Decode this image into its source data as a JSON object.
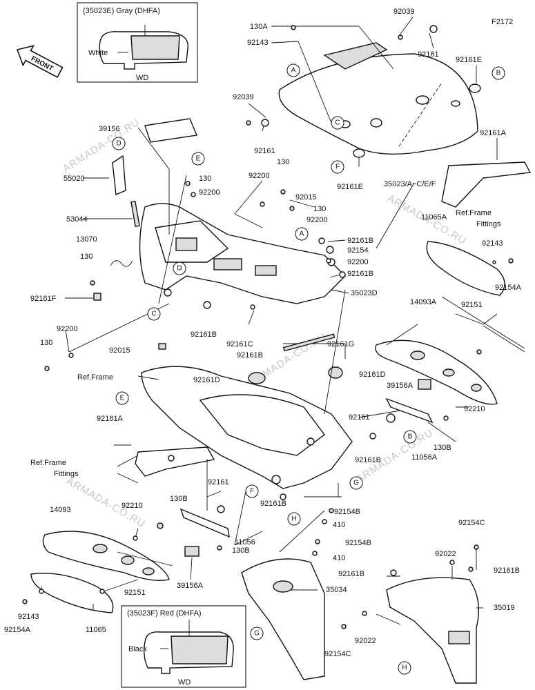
{
  "diagram_code": "F2172",
  "front_label": "FRONT",
  "watermark": "ARMADA-CO.RU",
  "inset_top": {
    "title": "(35023E)  Gray  (DHFA)",
    "white": "White",
    "wd": "WD"
  },
  "inset_bottom": {
    "title": "(35023F)  Red  (DHFA)",
    "black": "Black",
    "wd": "WD"
  },
  "ref_frame": "Ref.Frame",
  "ref_frame_fittings": [
    "Ref.Frame",
    "Fittings"
  ],
  "callouts": [
    "A",
    "B",
    "C",
    "D",
    "E",
    "F",
    "G",
    "H"
  ],
  "parts": {
    "p130A": "130A",
    "p92143_top": "92143",
    "p92039_top": "92039",
    "p92161_top": "92161",
    "p92161E_top": "92161E",
    "p92039_left": "92039",
    "p92161_mid": "92161",
    "p92161E_mid": "92161E",
    "p35023": "35023/A~C/E/F",
    "p92161A_right": "92161A",
    "p39156": "39156",
    "p55020": "55020",
    "p130_a": "130",
    "p92200_a": "92200",
    "p92200_b": "92200",
    "p130_b": "130",
    "p92015_a": "92015",
    "p130_c": "130",
    "p92200_c": "92200",
    "p53044": "53044",
    "p13070": "13070",
    "p130_d": "130",
    "p92161F": "92161F",
    "p92161B_a": "92161B",
    "p92154": "92154",
    "p92200_d": "92200",
    "p92161B_b": "92161B",
    "p35023D": "35023D",
    "p11065A": "11065A",
    "p92143_r": "92143",
    "p92154A_r": "92154A",
    "p92161B_c": "92161B",
    "p92161C": "92161C",
    "p92161B_d": "92161B",
    "p92161G": "92161G",
    "p92200_e": "92200",
    "p130_e": "130",
    "p92015_b": "92015",
    "p14093A": "14093A",
    "p92151_r": "92151",
    "p92161D_a": "92161D",
    "p92161D_b": "92161D",
    "p39156A_r": "39156A",
    "p92210_r": "92210",
    "p92161A_l": "92161A",
    "p92161_r2": "92161",
    "p130B_r": "130B",
    "p11056A": "11056A",
    "p92161B_e": "92161B",
    "p92161_l2": "92161",
    "p130B_l": "130B",
    "p14093": "14093",
    "p92210_l": "92210",
    "p11056": "11056",
    "p130B_l2": "130B",
    "p92161B_f": "92161B",
    "p92154B_a": "92154B",
    "p410_a": "410",
    "p92154B_b": "92154B",
    "p410_b": "410",
    "p92151_l": "92151",
    "p39156A_l": "39156A",
    "p35034": "35034",
    "p92022_a": "92022",
    "p92154C_a": "92154C",
    "p92161B_g": "92161B",
    "p92161B_h": "92161B",
    "p35019": "35019",
    "p92022_b": "92022",
    "p92154C_b": "92154C",
    "p92143_l": "92143",
    "p92154A_l": "92154A",
    "p11065": "11065"
  }
}
